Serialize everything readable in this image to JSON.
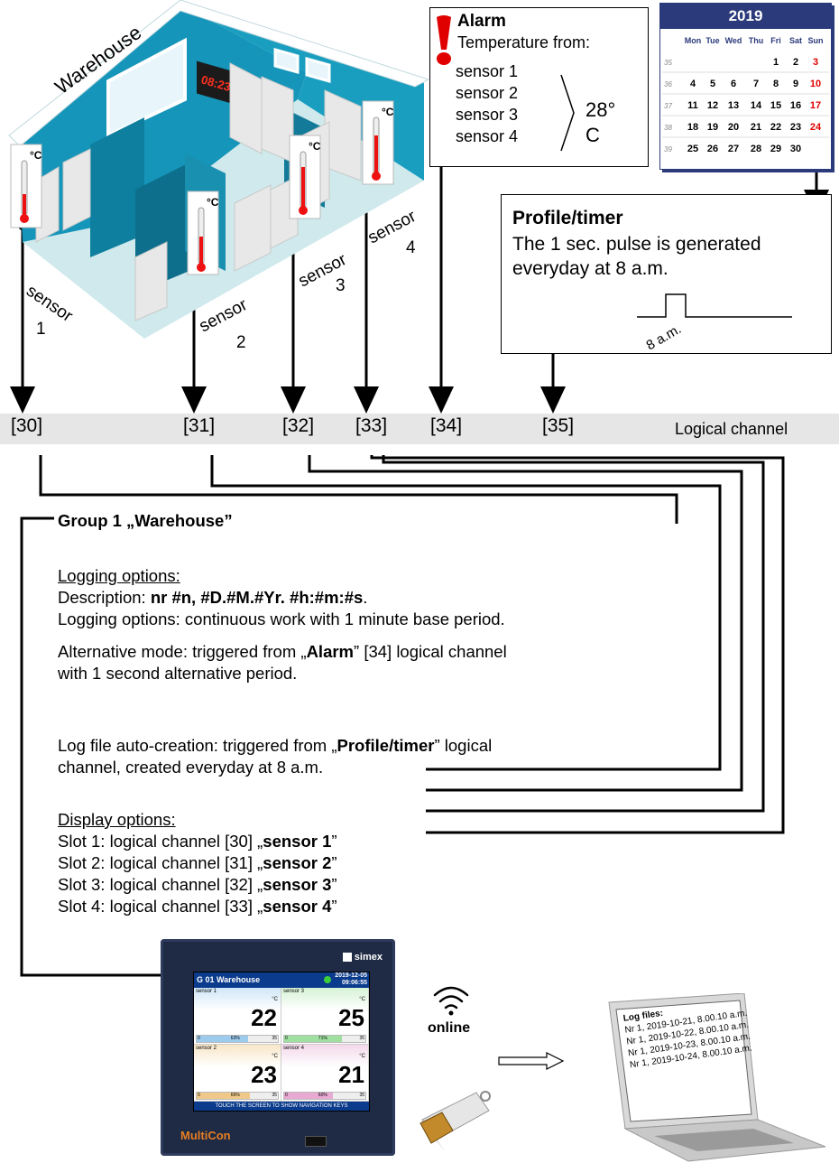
{
  "warehouse": {
    "title": "Warehouse",
    "clock": "08:23",
    "thermo_unit": "°C",
    "sensor_word": "sensor",
    "sensor_numbers": [
      "1",
      "2",
      "3",
      "4"
    ]
  },
  "alarm": {
    "title": "Alarm",
    "subtitle": "Temperature from:",
    "sensors": [
      "sensor 1",
      "sensor 2",
      "sensor 3",
      "sensor 4"
    ],
    "threshold_value": "28°",
    "threshold_unit": "C"
  },
  "calendar": {
    "year": "2019",
    "weekdays": [
      "Mon",
      "Tue",
      "Wed",
      "Thu",
      "Fri",
      "Sat",
      "Sun"
    ],
    "weeks": [
      {
        "num": "35",
        "days": [
          "",
          "",
          "",
          "",
          "1",
          "2",
          "3"
        ]
      },
      {
        "num": "36",
        "days": [
          "4",
          "5",
          "6",
          "7",
          "8",
          "9",
          "10"
        ]
      },
      {
        "num": "37",
        "days": [
          "11",
          "12",
          "13",
          "14",
          "15",
          "16",
          "17"
        ]
      },
      {
        "num": "38",
        "days": [
          "18",
          "19",
          "20",
          "21",
          "22",
          "23",
          "24"
        ]
      },
      {
        "num": "39",
        "days": [
          "25",
          "26",
          "27",
          "28",
          "29",
          "30",
          ""
        ]
      }
    ],
    "accent": "#2b3a7a",
    "sunday_color": "#e00000"
  },
  "profile": {
    "title": "Profile/timer",
    "line1": "The 1 sec. pulse is generated",
    "line2": "everyday at 8 a.m.",
    "pulse_label": "8 a.m."
  },
  "channels": {
    "items": [
      "[30]",
      "[31]",
      "[32]",
      "[33]",
      "[34]",
      "[35]"
    ],
    "label": "Logical channel"
  },
  "group": {
    "title": "Group 1 „Warehouse”",
    "logging_heading": "Logging options:",
    "description_label": "Description: ",
    "description_value": "nr #n, #D.#M.#Yr. #h:#m:#s",
    "description_end": ".",
    "logging_line": "Logging options: continuous work with 1 minute base period.",
    "alt_prefix": "Alternative mode: triggered from „",
    "alt_bold": "Alarm",
    "alt_suffix": "” [34] logical channel",
    "alt_line2": "with 1 second alternative period.",
    "auto_prefix": "Log file auto-creation: triggered from „",
    "auto_bold": "Profile/timer",
    "auto_suffix": "” logical",
    "auto_line2": "channel, created everyday at 8 a.m.",
    "display_heading": "Display options:",
    "slots": [
      {
        "prefix": "Slot 1: logical channel [30] „",
        "name": "sensor 1",
        "end": "”"
      },
      {
        "prefix": "Slot 2: logical channel [31] „",
        "name": "sensor 2",
        "end": "”"
      },
      {
        "prefix": "Slot 3: logical channel [32] „",
        "name": "sensor 3",
        "end": "”"
      },
      {
        "prefix": "Slot 4: logical channel [33] „",
        "name": "sensor 4",
        "end": "”"
      }
    ]
  },
  "device": {
    "brand": "simex",
    "model": "MultiCon",
    "screen_title": "G 01  Warehouse",
    "date": "2019-12-05",
    "time": "09:06:55",
    "tiles": [
      {
        "name": "sensor 1",
        "unit": "°C",
        "value": "22",
        "min": "0",
        "pct": "63%",
        "max": "35",
        "fill": 0.63,
        "color": "#cfe6f7",
        "bar": "#9ccbee"
      },
      {
        "name": "sensor 3",
        "unit": "°C",
        "value": "25",
        "min": "0",
        "pct": "71%",
        "max": "35",
        "fill": 0.71,
        "color": "#d6f2d6",
        "bar": "#9fe0a0"
      },
      {
        "name": "sensor 2",
        "unit": "°C",
        "value": "23",
        "min": "0",
        "pct": "66%",
        "max": "35",
        "fill": 0.66,
        "color": "#f8e6c8",
        "bar": "#f0c98a"
      },
      {
        "name": "sensor 4",
        "unit": "°C",
        "value": "21",
        "min": "0",
        "pct": "60%",
        "max": "35",
        "fill": 0.6,
        "color": "#f3d8ea",
        "bar": "#e8a9d2"
      }
    ],
    "footer": "TOUCH THE SCREEN TO SHOW NAVIGATION KEYS"
  },
  "wireless": {
    "label": "online"
  },
  "laptop": {
    "title": "Log files:",
    "files": [
      "Nr 1, 2019-10-21, 8.00.10 a.m.",
      "Nr 1, 2019-10-22, 8.00.10 a.m.",
      "Nr 1, 2019-10-23, 8.00.10 a.m.",
      "Nr 1, 2019-10-24, 8.00.10 a.m."
    ]
  }
}
